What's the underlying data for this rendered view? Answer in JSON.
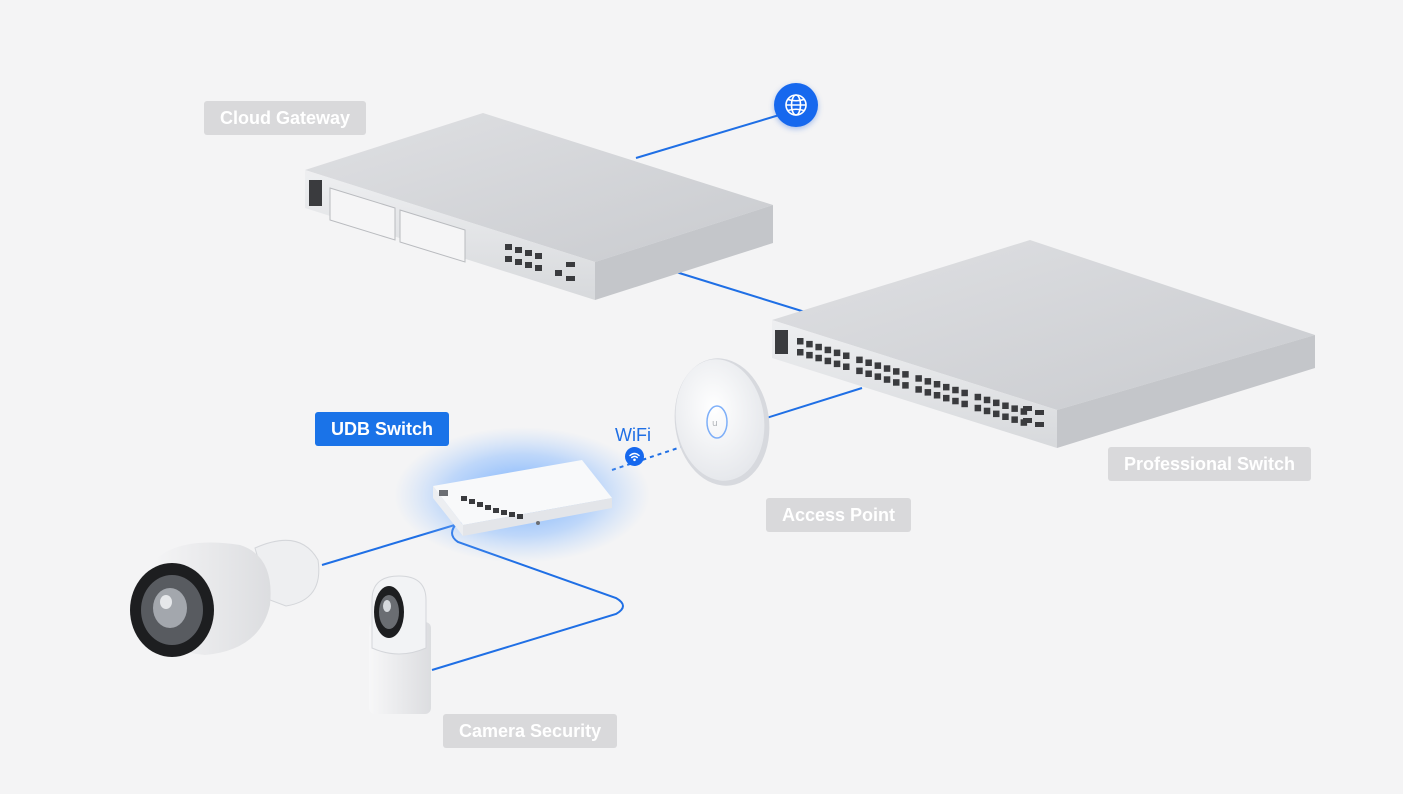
{
  "nodes": {
    "cloud_gateway": {
      "label": "Cloud Gateway"
    },
    "professional_switch": {
      "label": "Professional Switch"
    },
    "udb_switch": {
      "label": "UDB Switch"
    },
    "access_point": {
      "label": "Access Point"
    },
    "camera_security": {
      "label": "Camera Security"
    }
  },
  "links": {
    "wifi_label": "WiFi"
  },
  "icons": {
    "internet": "globe-icon",
    "wireless": "wifi-icon"
  },
  "colors": {
    "accent": "#1a73e8",
    "inactive_label": "#d9d9db",
    "link_line": "#1f6fe5",
    "background": "#f4f4f5"
  }
}
